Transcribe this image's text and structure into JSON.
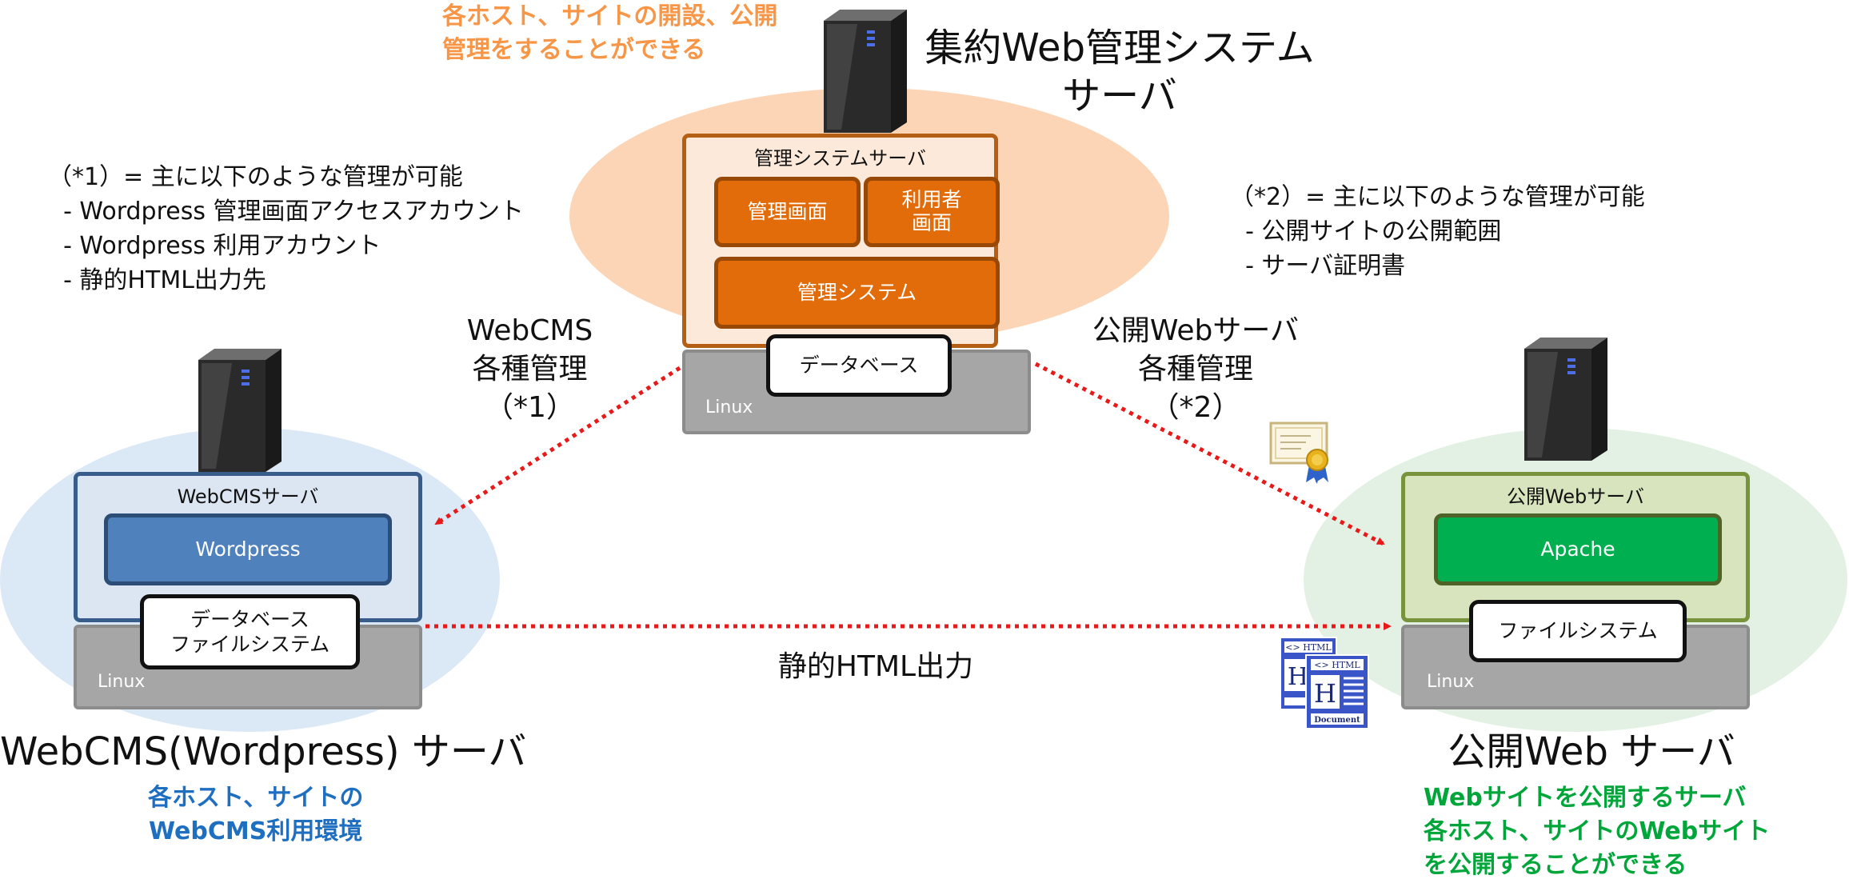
{
  "central": {
    "title": "集約Web管理システム\nサーバ",
    "caption": "各ホスト、サイトの開設、公開\n管理をすることができる",
    "box_title": "管理システムサーバ",
    "admin_screen": "管理画面",
    "user_screen": "利用者\n画面",
    "mgmt_system": "管理システム",
    "database": "データベース",
    "os": "Linux"
  },
  "webcms": {
    "title": "WebCMS(Wordpress) サーバ",
    "caption": "各ホスト、サイトの\nWebCMS利用環境",
    "box_title": "WebCMSサーバ",
    "app": "Wordpress",
    "storage": "データベース\nファイルシステム",
    "os": "Linux"
  },
  "public": {
    "title": "公開Web サーバ",
    "caption": "Webサイトを公開するサーバ\n各ホスト、サイトのWebサイト\nを公開することができる",
    "box_title": "公開Webサーバ",
    "app": "Apache",
    "storage": "ファイルシステム",
    "os": "Linux"
  },
  "notes": {
    "note1": "（*1）= 主に以下のような管理が可能\n  - Wordpress 管理画面アクセスアカウント\n  - Wordpress 利用アカウント\n  - 静的HTML出力先",
    "note2": "（*2）= 主に以下のような管理が可能\n  - 公開サイトの公開範囲\n  - サーバ証明書"
  },
  "links": {
    "webcms_mgmt": "WebCMS\n各種管理\n（*1）",
    "public_mgmt": "公開Webサーバ\n各種管理\n（*2）",
    "static_output": "静的HTML出力"
  },
  "icons": {
    "html_doc_header": "<> HTML",
    "html_doc_footer": "Document",
    "html_letter": "H"
  },
  "colors": {
    "orange": "#e36c0a",
    "orange_caption": "#f79646",
    "blue": "#4f81bd",
    "blue_caption": "#1f6fc1",
    "green": "#00b050",
    "green_caption": "#00a63a",
    "arrow": "#e81919"
  }
}
